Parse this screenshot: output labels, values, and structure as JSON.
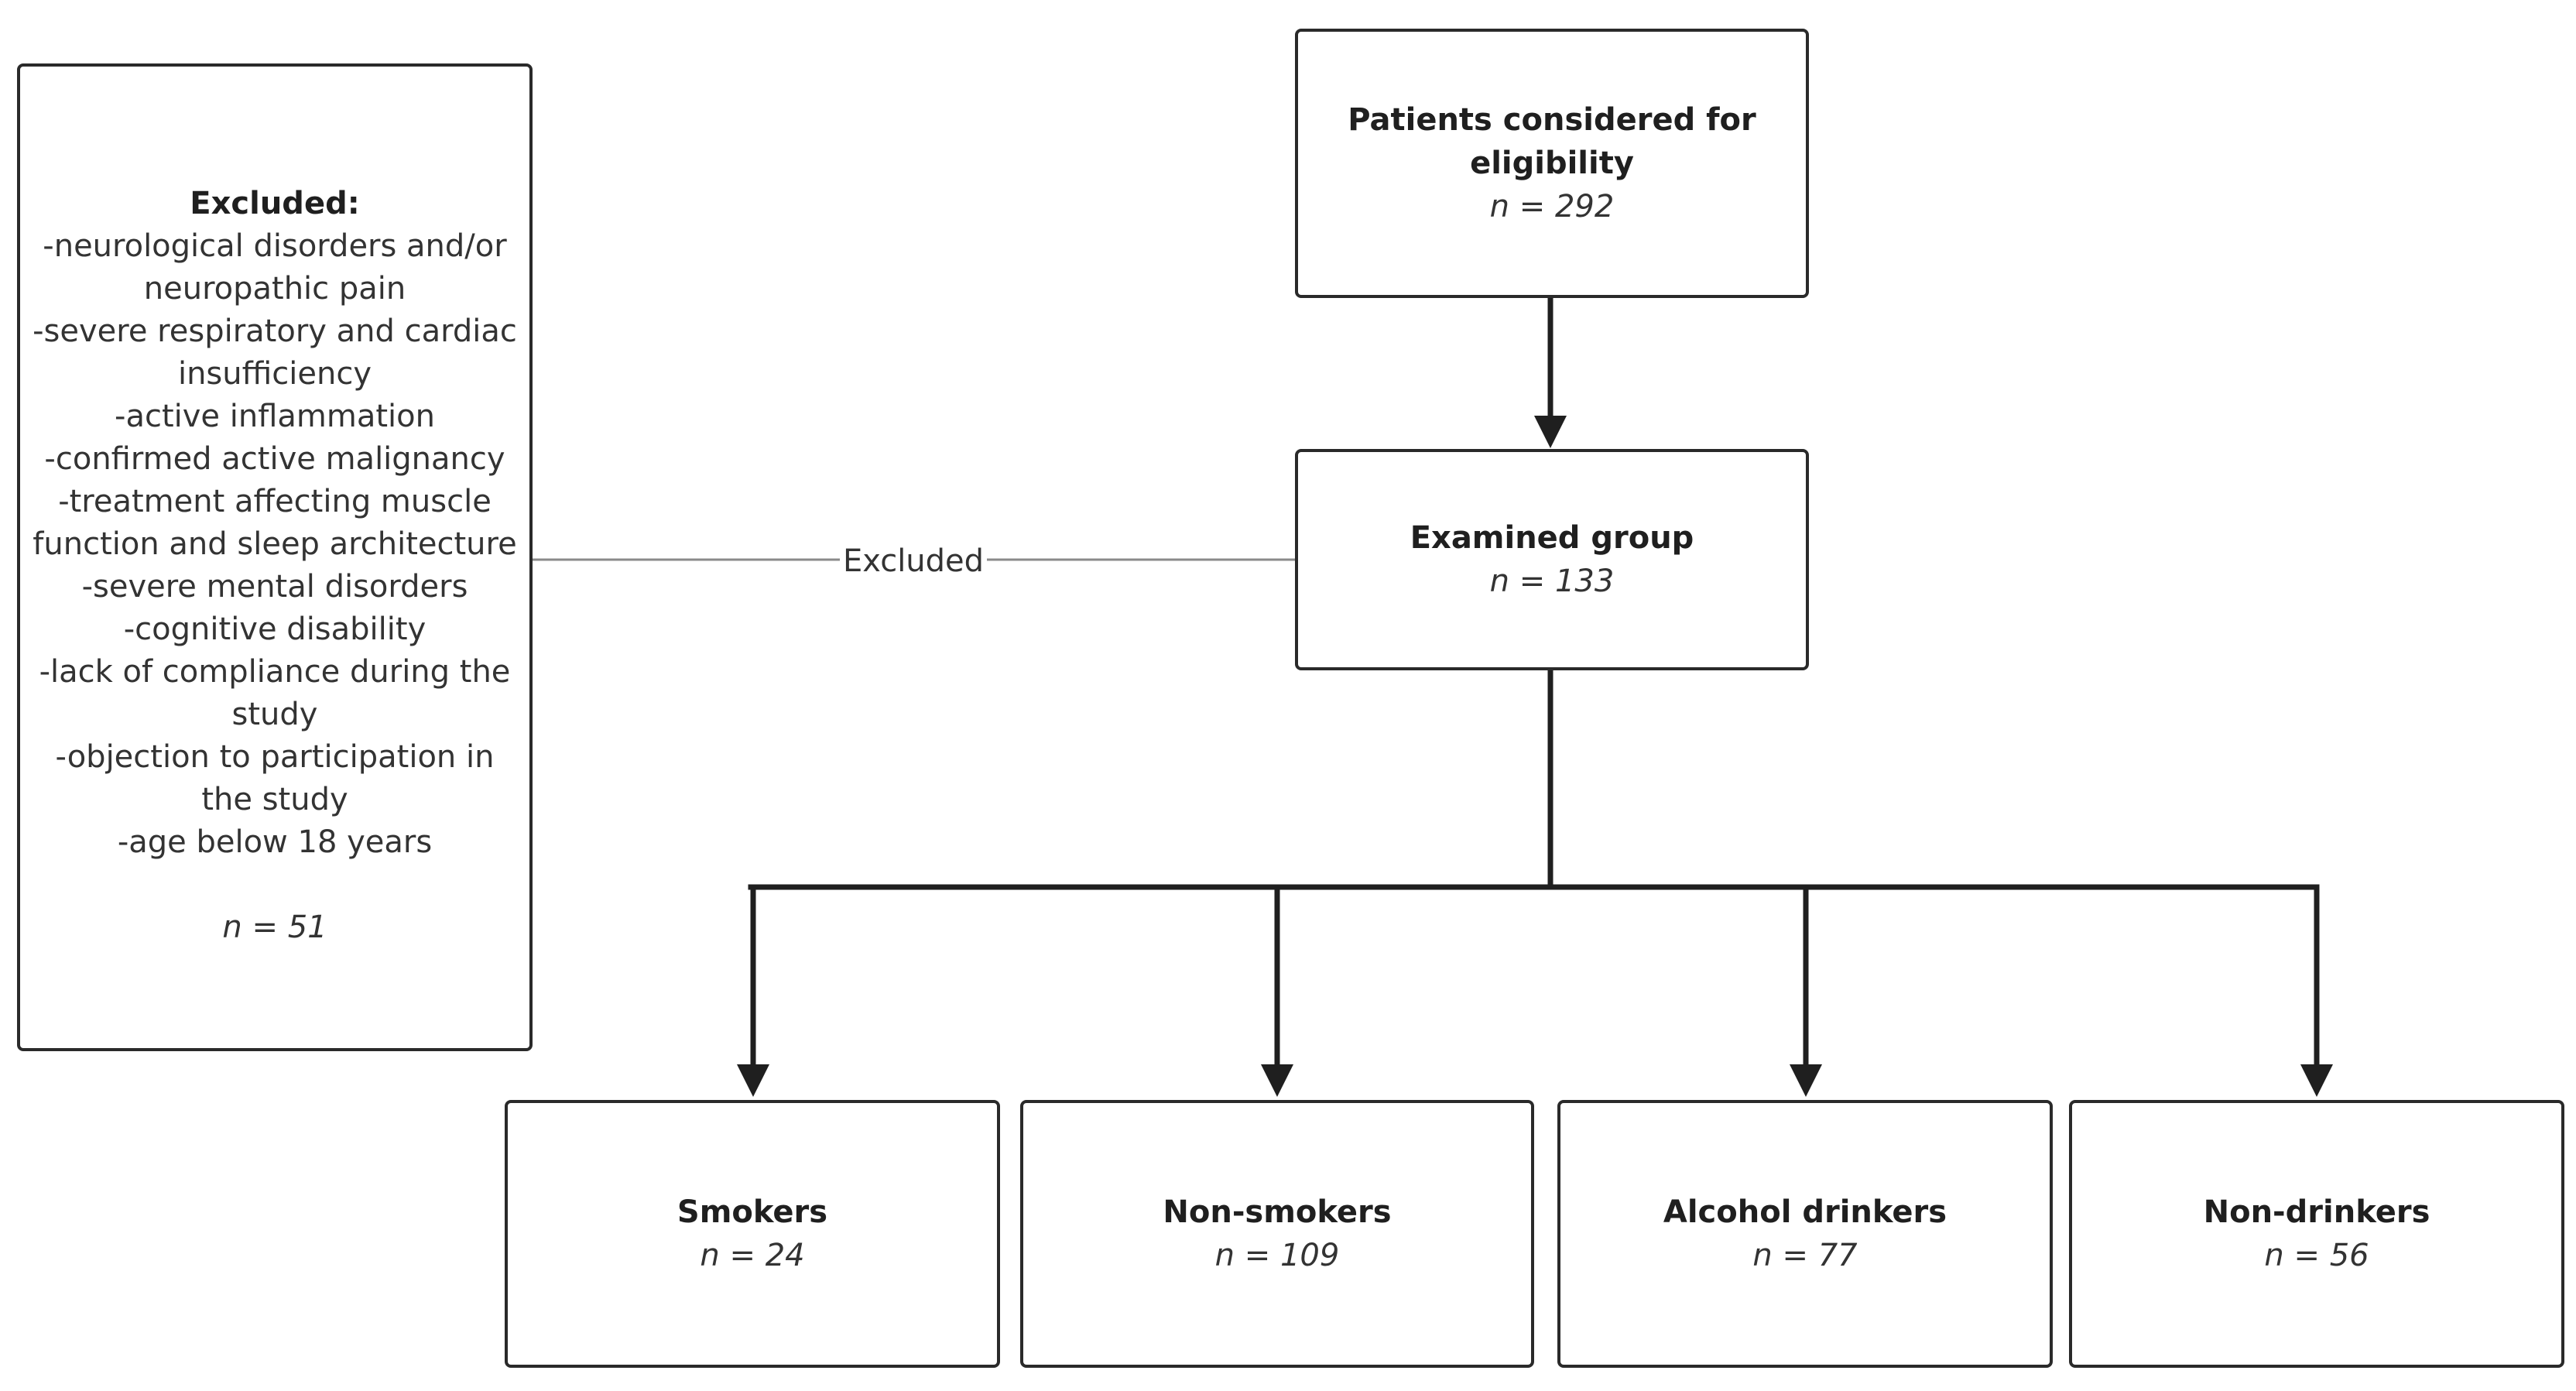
{
  "nodes": {
    "eligibility": {
      "title": "Patients considered for eligibility",
      "count": "n = 292"
    },
    "examined": {
      "title": "Examined group",
      "count": "n = 133"
    },
    "excluded": {
      "title": "Excluded:",
      "items": [
        "-neurological disorders and/or neuropathic pain",
        "-severe respiratory and cardiac insufficiency",
        "-active inflammation",
        "-confirmed active malignancy",
        "-treatment affecting muscle function and sleep architecture",
        "-severe mental disorders",
        "-cognitive disability",
        "-lack of compliance during the study",
        "-objection to participation in the study",
        "-age below 18 years"
      ],
      "count": "n = 51"
    },
    "smokers": {
      "title": "Smokers",
      "count": "n = 24"
    },
    "non_smokers": {
      "title": "Non-smokers",
      "count": "n = 109"
    },
    "alcohol_drinkers": {
      "title": "Alcohol drinkers",
      "count": "n = 77"
    },
    "non_drinkers": {
      "title": "Non-drinkers",
      "count": "n = 56"
    }
  },
  "connector_label": "Excluded",
  "colors": {
    "box_border": "#2a2a2a",
    "arrow": "#1f1f1f",
    "thin_line": "#8a8a8a",
    "text": "#333333"
  }
}
